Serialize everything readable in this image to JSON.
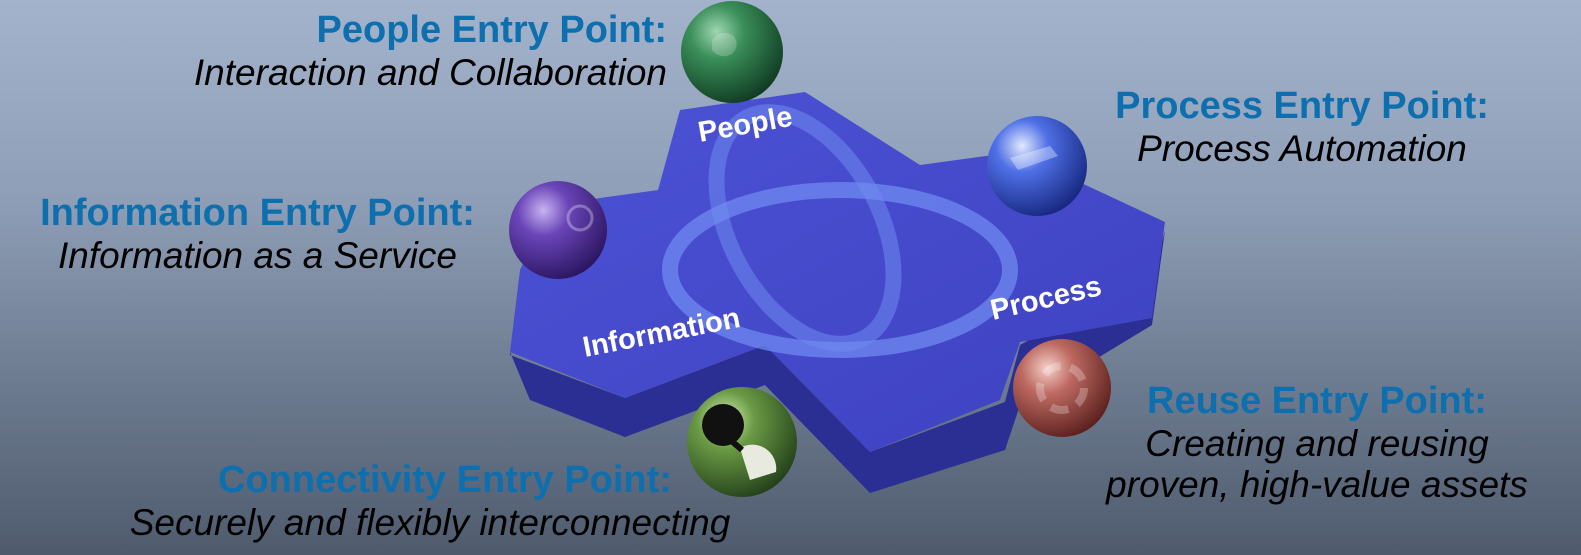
{
  "entry_points": {
    "people": {
      "title": "People Entry Point:",
      "desc": "Interaction and Collaboration"
    },
    "process": {
      "title": "Process Entry Point:",
      "desc": "Process Automation"
    },
    "information": {
      "title": "Information Entry Point:",
      "desc": "Information as a Service"
    },
    "reuse": {
      "title": "Reuse Entry Point:",
      "desc_line1": "Creating and reusing",
      "desc_line2": "proven, high-value assets"
    },
    "connectivity": {
      "title": "Connectivity Entry Point:",
      "desc": "Securely and flexibly interconnecting"
    }
  },
  "hub": {
    "people": "People",
    "process": "Process",
    "information": "Information"
  },
  "colors": {
    "title_blue": "#0d6fae",
    "platform_top": "#4a4fd0",
    "platform_side": "#2c2f96",
    "orb_people": "#2e7d4c",
    "orb_process": "#3d5fd6",
    "orb_information": "#5b3aa8",
    "orb_reuse": "#b5605a",
    "orb_connectivity": "#5a8a3c"
  },
  "icons": [
    "people-orb-icon",
    "process-orb-icon",
    "information-orb-icon",
    "reuse-orb-icon",
    "connectivity-plug-icon"
  ]
}
